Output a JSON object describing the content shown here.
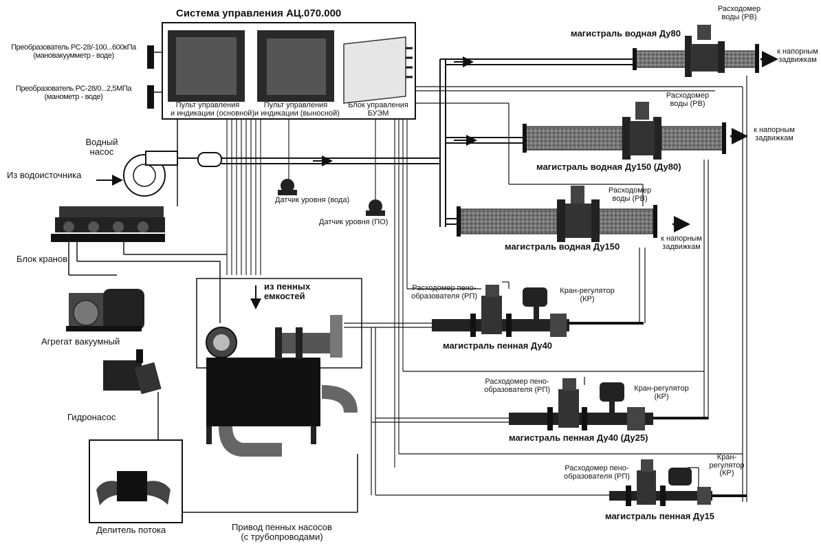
{
  "system": {
    "title": "Система управления АЦ.070.000",
    "panel_main": [
      "Пульт управления",
      "и индикации (основной)"
    ],
    "panel_remote": [
      "Пульт управления",
      "и индикации (выносной)"
    ],
    "beum": [
      "Блок управления",
      "БУЭМ"
    ]
  },
  "left": {
    "sensor1": [
      "Преобразователь РС-28/-100...600кПа",
      "(мановакуумметр - воде)"
    ],
    "sensor2": [
      "Преобразователь РС-28/0...2,5МПа",
      "(манометр - воде)"
    ],
    "pump": [
      "Водный",
      "насос"
    ],
    "source": "Из водоисточника",
    "valves": "Блок кранов",
    "vacuum": "Агрегат вакуумный",
    "hydropump": "Гидронасос",
    "divider": "Делитель потока",
    "drive": [
      "Привод пенных насосов",
      "(с трубопроводами)"
    ]
  },
  "center": {
    "foam_from": [
      "из пенных",
      "емкостей"
    ],
    "level_water": "Датчик уровня (вода)",
    "level_foam": "Датчик уровня (ПО)"
  },
  "water": {
    "m1_title": "магистраль водная Ду80",
    "m1_meter": [
      "Расходомер",
      "воды (РВ)"
    ],
    "m1_out": [
      "к напорным",
      "задвижкам"
    ],
    "m2_title": "магистраль водная Ду150 (Ду80)",
    "m2_meter": [
      "Расходомер",
      "воды (РВ)"
    ],
    "m2_out": [
      "к напорным",
      "задвижкам"
    ],
    "m3_title": "магистраль водная Ду150",
    "m3_meter": [
      "Расходомер",
      "воды (РВ)"
    ],
    "m3_out": [
      "к напорным",
      "задвижкам"
    ]
  },
  "foam": {
    "f1_title": "магистраль пенная Ду40",
    "f1_meter": [
      "Расходомер пено-",
      "образователя (РП)"
    ],
    "f1_valve": [
      "Кран-регулятор",
      "(КР)"
    ],
    "f2_title": "магистраль пенная Ду40 (Ду25)",
    "f2_meter": [
      "Расходомер пено-",
      "образователя (РП)"
    ],
    "f2_valve": [
      "Кран-регулятор",
      "(КР)"
    ],
    "f3_title": "магистраль пенная Ду15",
    "f3_meter": [
      "Расходомер пено-",
      "образователя (РП)"
    ],
    "f3_valve": [
      "Кран-",
      "регулятор",
      "(КР)"
    ]
  }
}
